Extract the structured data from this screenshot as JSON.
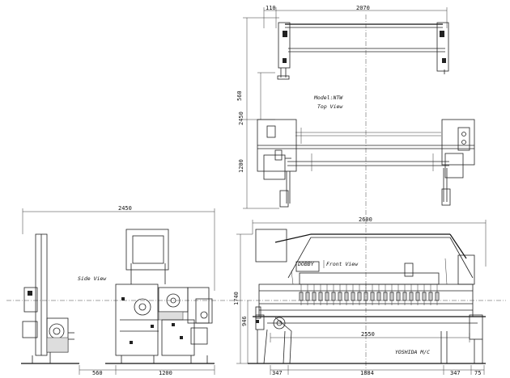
{
  "drawing": {
    "views": {
      "top_view_model": "Model:NTW",
      "top_view_label": "Top View",
      "front_view_label": "Front View",
      "side_view_label": "Side View",
      "dobby_label": "DOBBY",
      "maker_label": "YOSHIDA M/C"
    },
    "dimensions": {
      "top_110": "110",
      "top_2070": "2070",
      "top_560": "560",
      "top_2450": "2450",
      "top_1200": "1200",
      "front_2600": "2600",
      "front_1740": "1740",
      "front_946": "946",
      "front_2550": "2550",
      "front_347_left": "347",
      "front_1884": "1884",
      "front_347_right": "347",
      "front_75": "75",
      "side_2450": "2450",
      "side_560": "560",
      "side_1200": "1200"
    }
  }
}
